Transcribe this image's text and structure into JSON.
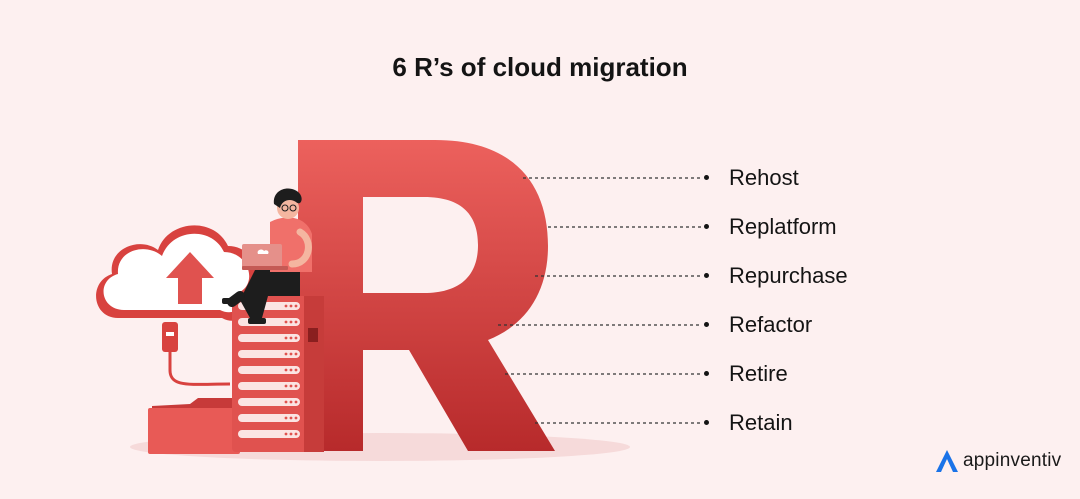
{
  "title": "6 R’s of cloud migration",
  "items": [
    {
      "label": "Rehost"
    },
    {
      "label": "Replatform"
    },
    {
      "label": "Repurchase"
    },
    {
      "label": "Refactor"
    },
    {
      "label": "Retire"
    },
    {
      "label": "Retain"
    }
  ],
  "big_letter": "R",
  "logo": {
    "text": "appinventiv",
    "icon": "appinventiv-logo-icon"
  },
  "colors": {
    "background": "#fdf0f0",
    "accent": "#e0524f",
    "dark_accent": "#c02f2f",
    "text": "#141414",
    "logo_blue": "#1a73e8"
  }
}
